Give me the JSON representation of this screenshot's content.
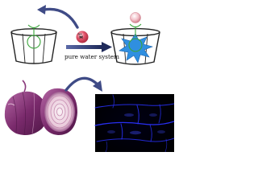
{
  "diagram": {
    "process_label": "pure water system",
    "ion_label": "M",
    "ion_charge": "n+"
  },
  "colors": {
    "cup_stroke": "#222222",
    "receptor_green": "#3aa53a",
    "starburst_blue": "#2f8fe0",
    "metal_ion": "#e2556b",
    "arrow_navy": "#1f2a5a",
    "fluorescence_blue": "#2a32ff",
    "onion_purple": "#7a2a6c"
  },
  "icons": [
    "probe-cup-icon",
    "metal-ion-icon",
    "fluorescence-starburst-icon",
    "onion-icon",
    "curved-arrow-icon"
  ]
}
